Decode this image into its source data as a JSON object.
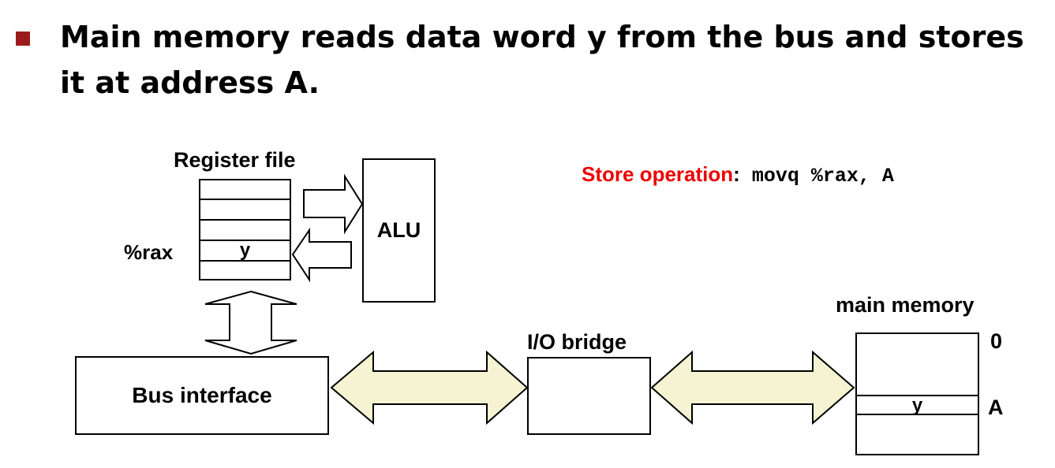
{
  "slide": {
    "headline": "Main memory reads data word y from the bus and stores it at address A."
  },
  "diagram": {
    "register_file": {
      "title": "Register file",
      "register_name": "%rax",
      "register_value": "y"
    },
    "alu": {
      "label": "ALU"
    },
    "bus_interface": {
      "label": "Bus interface"
    },
    "io_bridge": {
      "label": "I/O bridge"
    },
    "main_memory": {
      "title": "main memory",
      "address_zero": "0",
      "address_a": "A",
      "cell_value": "y"
    },
    "store_operation": {
      "label": "Store operation",
      "separator": ":",
      "instruction": " movq %rax, A"
    }
  },
  "colors": {
    "bullet": "#9b1b1b",
    "bus_arrow_fill": "#f5f3d2",
    "store_label": "#ee0000"
  }
}
